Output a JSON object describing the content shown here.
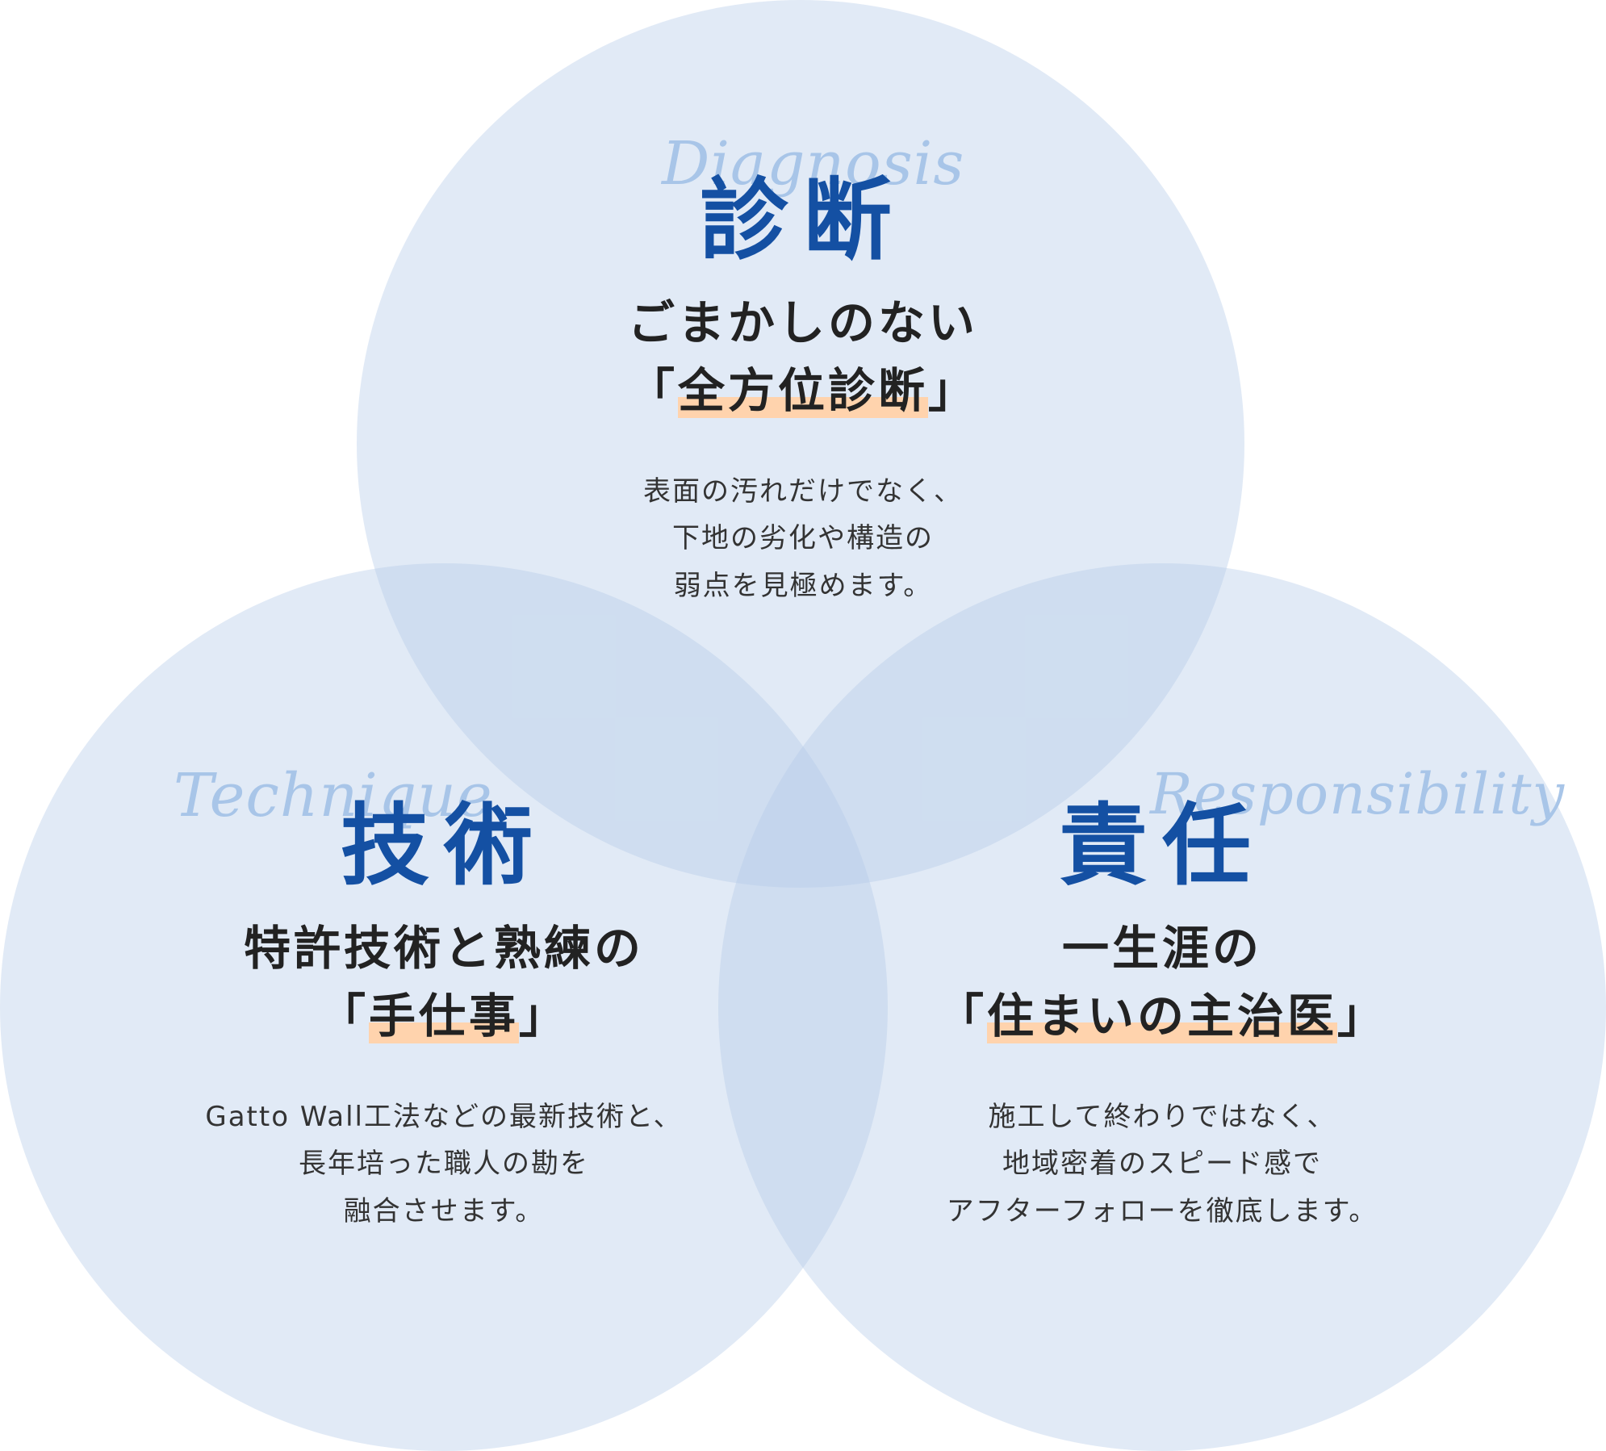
{
  "diagnosis": {
    "script": "Diagnosis",
    "kanji": "診断",
    "headline_line1": "ごまかしのない",
    "headline_open": "「",
    "headline_highlight": "全方位診断",
    "headline_close": "」",
    "desc": [
      "表面の汚れだけでなく、",
      "下地の劣化や構造の",
      "弱点を見極めます。"
    ]
  },
  "technique": {
    "script": "Technique",
    "kanji": "技術",
    "headline_line1": "特許技術と熟練の",
    "headline_open": "「",
    "headline_highlight": "手仕事",
    "headline_close": "」",
    "desc": [
      "Gatto Wall工法などの最新技術と、",
      "長年培った職人の勘を",
      "融合させます。"
    ]
  },
  "responsibility": {
    "script": "Responsibility",
    "kanji": "責任",
    "headline_line1": "一生涯の",
    "headline_open": "「",
    "headline_highlight": "住まいの主治医",
    "headline_close": "」",
    "desc": [
      "施工して終わりではなく、",
      "地域密着のスピード感で",
      "アフターフォローを徹底します。"
    ]
  },
  "colors": {
    "circle_fill": "#b4cbe8",
    "kanji": "#1450a3",
    "script": "#a8c5e8",
    "highlight": "#ffd3ad",
    "text": "#222222"
  }
}
